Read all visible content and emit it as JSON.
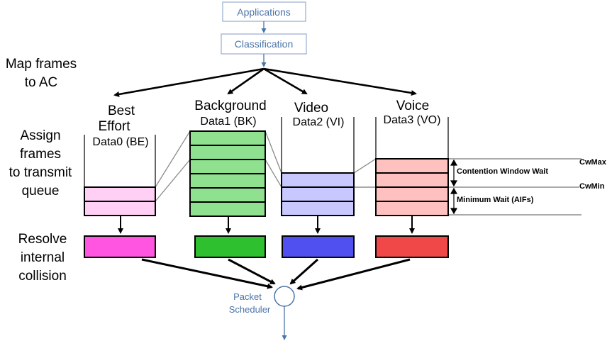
{
  "top": {
    "applications": "Applications",
    "classification": "Classification",
    "color_text": "#4a74a8",
    "color_border": "#9db3d3"
  },
  "steps": {
    "map_line1": "Map frames",
    "map_line2": "to AC",
    "assign_line1": "Assign",
    "assign_line2": "frames",
    "assign_line3": "to transmit",
    "assign_line4": "queue",
    "resolve_line1": "Resolve",
    "resolve_line2": "internal",
    "resolve_line3": "collision"
  },
  "access_categories": [
    {
      "name_line1": "Best",
      "name_line2": "Effort",
      "queue_label": "Data0 (BE)",
      "queue_fill": "#ffcff6",
      "solid_fill": "#ff55e0",
      "slots": 2
    },
    {
      "name_line1": "Background",
      "name_line2": "",
      "queue_label": "Data1 (BK)",
      "queue_fill": "#8fe08f",
      "solid_fill": "#2ec02e",
      "slots": 6
    },
    {
      "name_line1": "Video",
      "name_line2": "",
      "queue_label": "Data2 (VI)",
      "queue_fill": "#c8c8ff",
      "solid_fill": "#5050f0",
      "slots": 3
    },
    {
      "name_line1": "Voice",
      "name_line2": "",
      "queue_label": "Data3 (VO)",
      "queue_fill": "#ffc0c0",
      "solid_fill": "#f04848",
      "slots": 4
    }
  ],
  "annotations": {
    "cwmax": "CwMax",
    "cwmin": "CwMin",
    "contention": "Contention Window Wait",
    "minimum_wait": "Minimum Wait (AIFs)"
  },
  "scheduler": {
    "line1": "Packet",
    "line2": "Scheduler"
  }
}
